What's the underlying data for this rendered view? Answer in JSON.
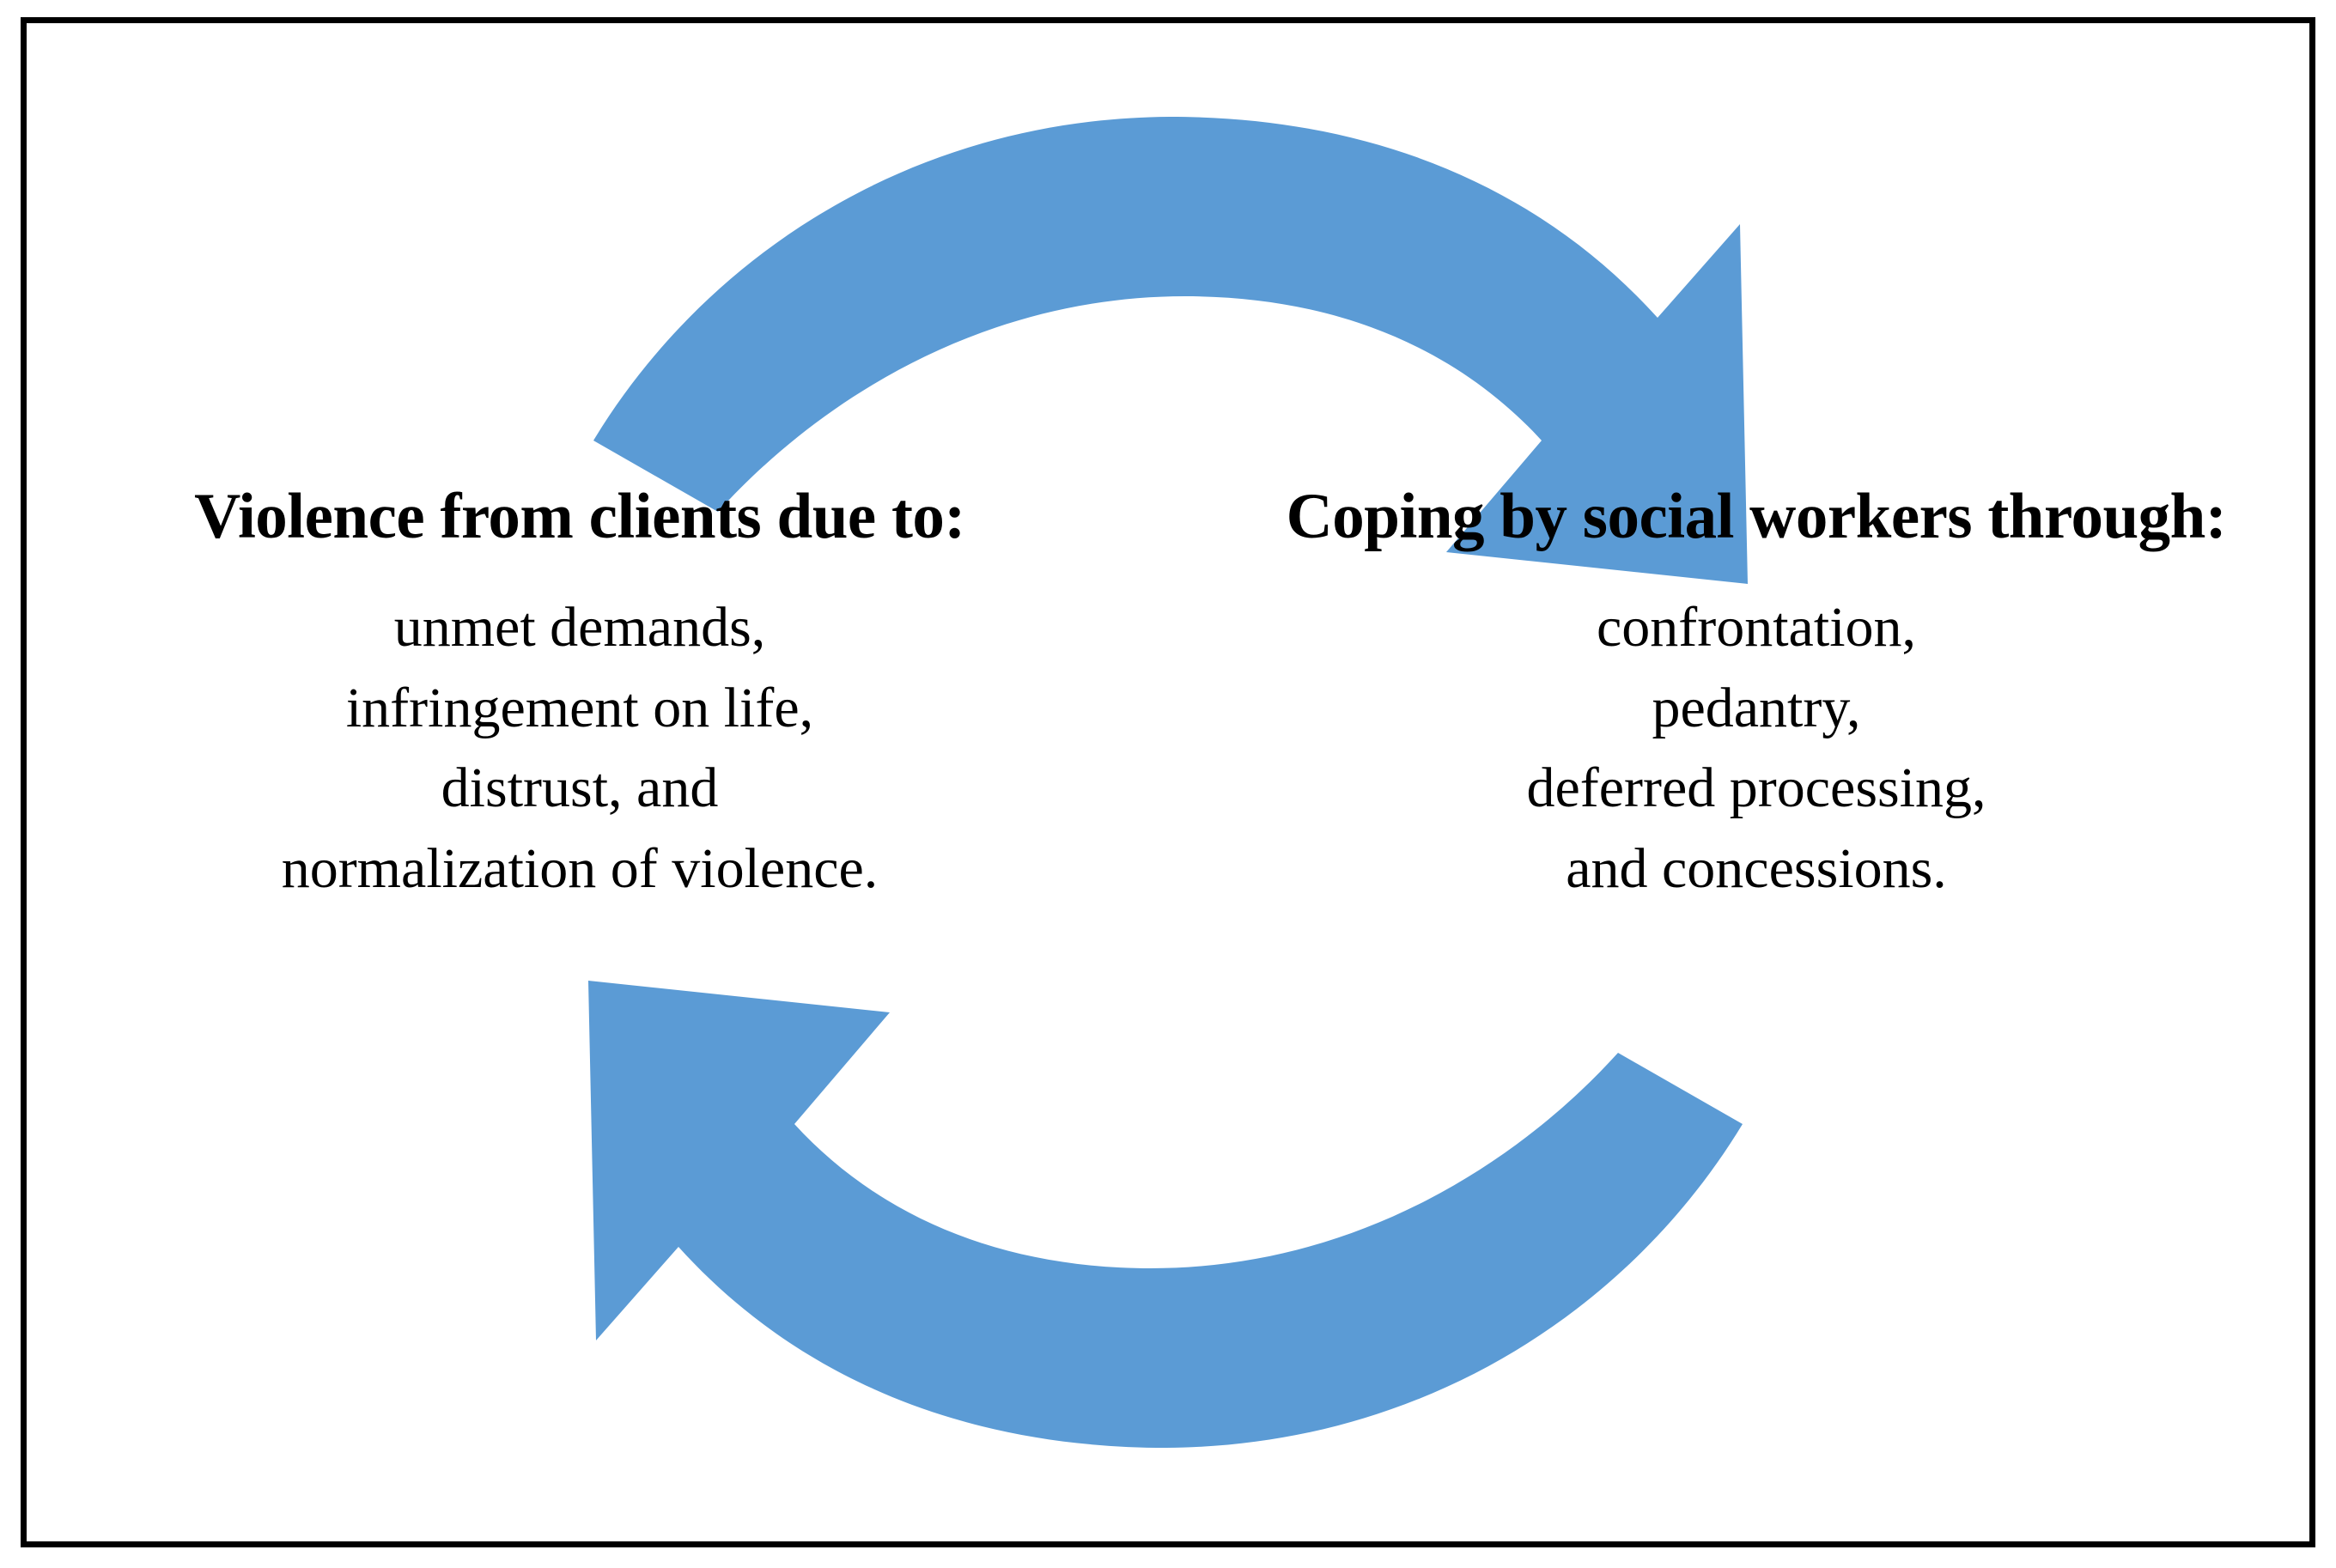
{
  "figure": {
    "type": "cycle-diagram",
    "border_color": "#000000",
    "background_color": "#ffffff",
    "arrow_color": "#5B9BD5",
    "text_color": "#000000"
  },
  "arrows": [
    {
      "name": "top-arrow-left-to-right",
      "direction": "clockwise",
      "from": "violence-node",
      "to": "coping-node",
      "color": "#5B9BD5"
    },
    {
      "name": "bottom-arrow-right-to-left",
      "direction": "clockwise",
      "from": "coping-node",
      "to": "violence-node",
      "color": "#5B9BD5"
    }
  ],
  "nodes": {
    "violence": {
      "heading": "Violence from clients due to:",
      "items": [
        "unmet demands,",
        "infringement on life,",
        "distrust, and",
        "normalization of violence."
      ]
    },
    "coping": {
      "heading": "Coping by social workers through:",
      "items": [
        "confrontation,",
        "pedantry,",
        "deferred processing,",
        "and concessions."
      ]
    }
  }
}
